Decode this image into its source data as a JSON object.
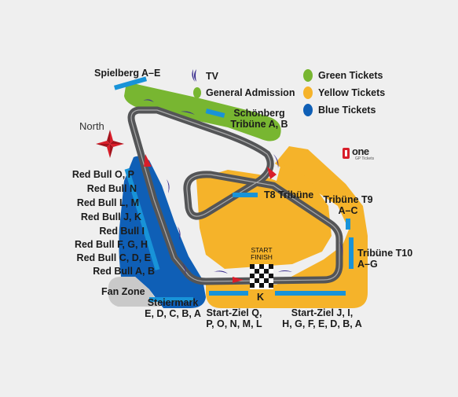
{
  "legend": {
    "tv": "TV",
    "general_admission": "General Admission",
    "green_tickets": "Green Tickets",
    "yellow_tickets": "Yellow Tickets",
    "blue_tickets": "Blue Tickets"
  },
  "colors": {
    "green": "#78b631",
    "yellow": "#f5b32a",
    "blue": "#0f5fb6",
    "track": "#545557",
    "stand": "#1893d8",
    "tv": "#3a2d8f",
    "fan_zone": "#c9c9c9",
    "red": "#d81e2a"
  },
  "logo": {
    "word": "one",
    "sub": "GP Tickets"
  },
  "compass": {
    "label": "North"
  },
  "labels": {
    "spielberg": "Spielberg A–E",
    "schonberg_1": "Schönberg",
    "schonberg_2": "Tribüne A, B",
    "t8": "T8 Tribüne",
    "t9_1": "Tribüne T9",
    "t9_2": "A–C",
    "t10_1": "Tribüne T10",
    "t10_2": "A–G",
    "rb_op": "Red Bull O, P",
    "rb_n": "Red Bull N",
    "rb_lm": "Red Bull L, M",
    "rb_jk": "Red Bull J, K",
    "rb_i": "Red Bull I",
    "rb_fgh": "Red Bull F, G, H",
    "rb_cde": "Red Bull C, D, E",
    "rb_ab": "Red Bull A, B",
    "fan_zone": "Fan Zone",
    "steiermark_1": "Steiermark",
    "steiermark_2": "E, D, C, B, A",
    "sz_q_1": "Start-Ziel Q,",
    "sz_q_2": "P, O, N, M, L",
    "sz_j_1": "Start-Ziel J, I,",
    "sz_j_2": "H, G, F, E, D, B, A",
    "k": "K",
    "start": "START",
    "finish": "FINISH"
  }
}
